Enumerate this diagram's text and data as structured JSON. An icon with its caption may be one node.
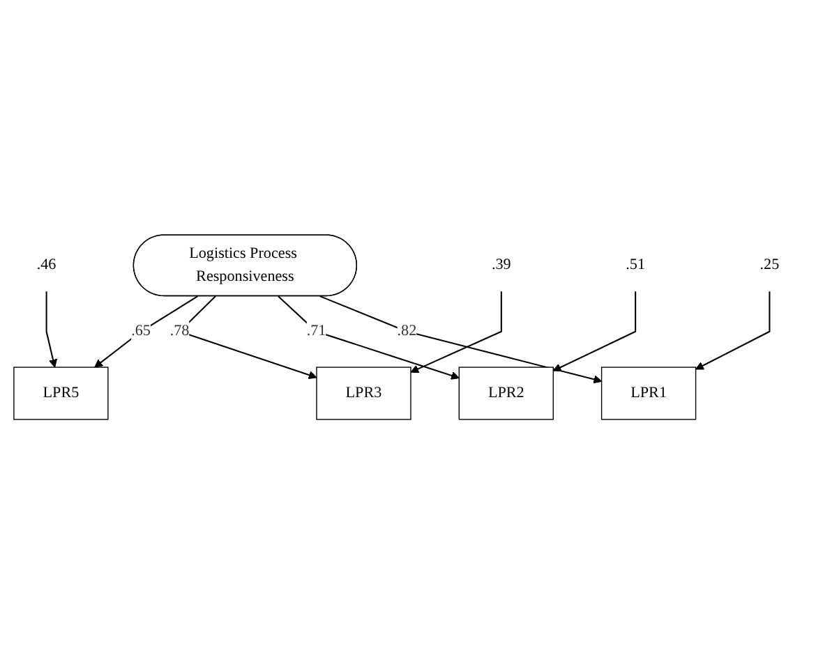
{
  "diagram": {
    "nodes": [
      {
        "text": [
          "Logistics Process Responsiveness"
        ]
      },
      {
        "text": [
          "LPR5"
        ]
      },
      {
        "text": [
          "LPR3"
        ]
      },
      {
        "text": [
          "LPR2"
        ]
      },
      {
        "text": [
          "LPR1"
        ]
      },
      {
        "text": [
          ".46"
        ]
      },
      {
        "text": [
          ".39"
        ]
      },
      {
        "text": [
          ".51"
        ]
      },
      {
        "text": [
          ".25"
        ]
      }
    ],
    "edges": [
      {
        "from": 0,
        "to": 1,
        "arrow": "to",
        "label": ".65"
      },
      {
        "from": 0,
        "to": 2,
        "arrow": "to",
        "label": ".78"
      },
      {
        "from": 0,
        "to": 3,
        "arrow": "to",
        "label": ".71"
      },
      {
        "from": 0,
        "to": 4,
        "arrow": "to",
        "label": ".82"
      },
      {
        "from": 5,
        "to": 1,
        "arrow": "to"
      },
      {
        "from": 6,
        "to": 2,
        "arrow": "to"
      },
      {
        "from": 7,
        "to": 3,
        "arrow": "to"
      },
      {
        "from": 8,
        "to": 4,
        "arrow": "to"
      }
    ]
  }
}
